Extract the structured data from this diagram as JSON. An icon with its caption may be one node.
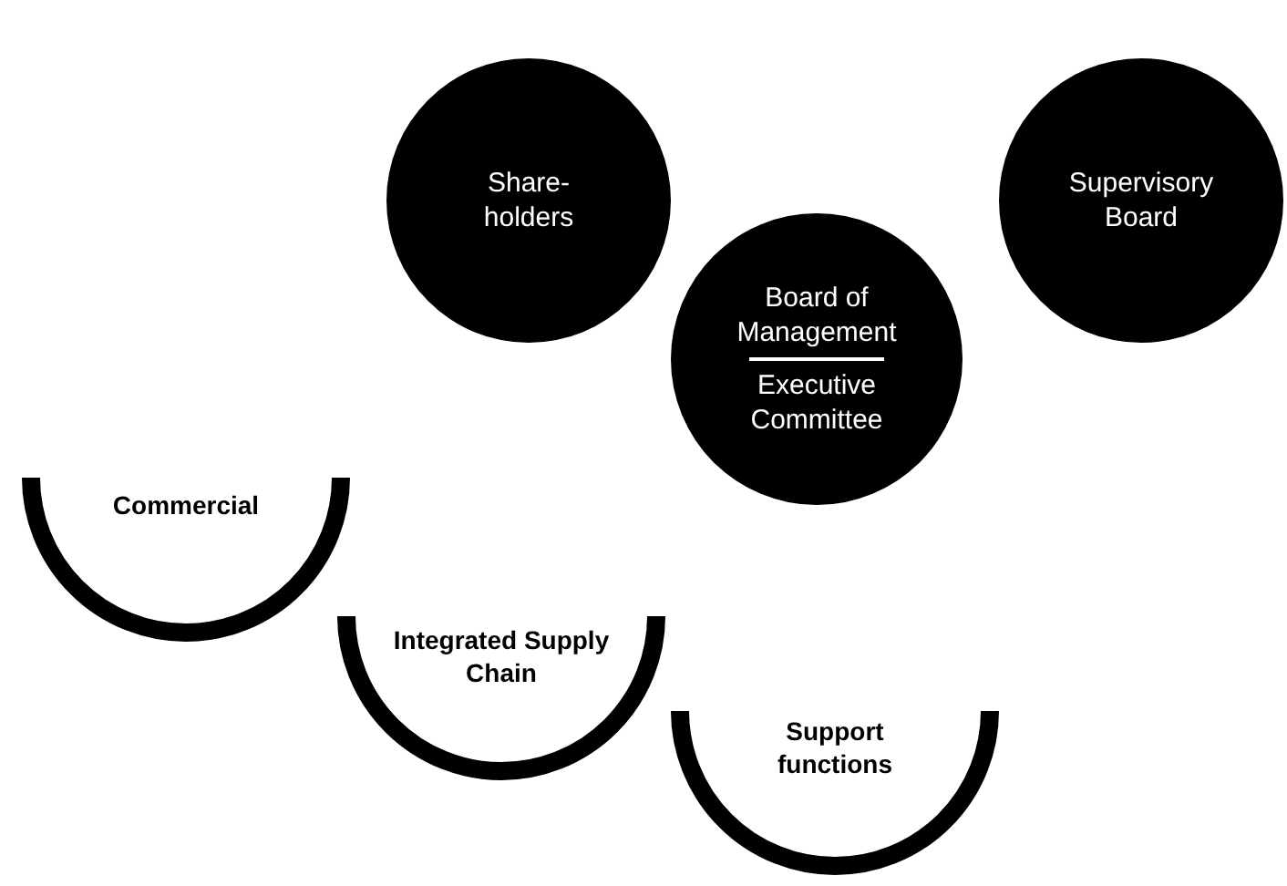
{
  "diagram": {
    "nodes": [
      {
        "text": [
          "Share- holders"
        ]
      },
      {
        "text": [
          "Supervisory Board"
        ]
      },
      {
        "text": [
          "Board of Management",
          "Executive Committee"
        ]
      },
      {
        "text": [
          "Commercial"
        ]
      },
      {
        "text": [
          "Integrated Supply Chain"
        ]
      },
      {
        "text": [
          "Support functions"
        ]
      }
    ],
    "edges": []
  }
}
